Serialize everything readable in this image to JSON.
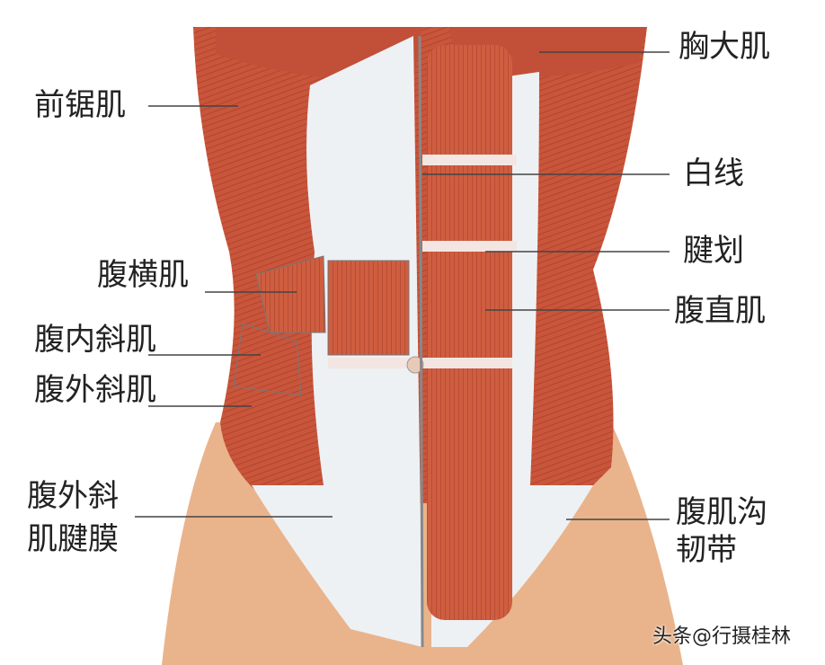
{
  "labels": {
    "pectoralis_major": "胸大肌",
    "serratus_anterior": "前锯肌",
    "linea_alba": "白线",
    "tendinous_intersection": "腱划",
    "transversus_abdominis": "腹横肌",
    "rectus_abdominis": "腹直肌",
    "internal_oblique": "腹内斜肌",
    "external_oblique": "腹外斜肌",
    "external_oblique_aponeurosis_line1": "腹外斜",
    "external_oblique_aponeurosis_line2": "肌腱膜",
    "inguinal_ligament_line1": "腹肌沟",
    "inguinal_ligament_line2": "韧带"
  },
  "watermark": "头条@行摄桂林",
  "colors": {
    "muscle": "#c9553b",
    "muscle_dark": "#a8402b",
    "skin": "#e9b48c",
    "aponeurosis": "#eef1f4",
    "leader_line": "#444444"
  }
}
